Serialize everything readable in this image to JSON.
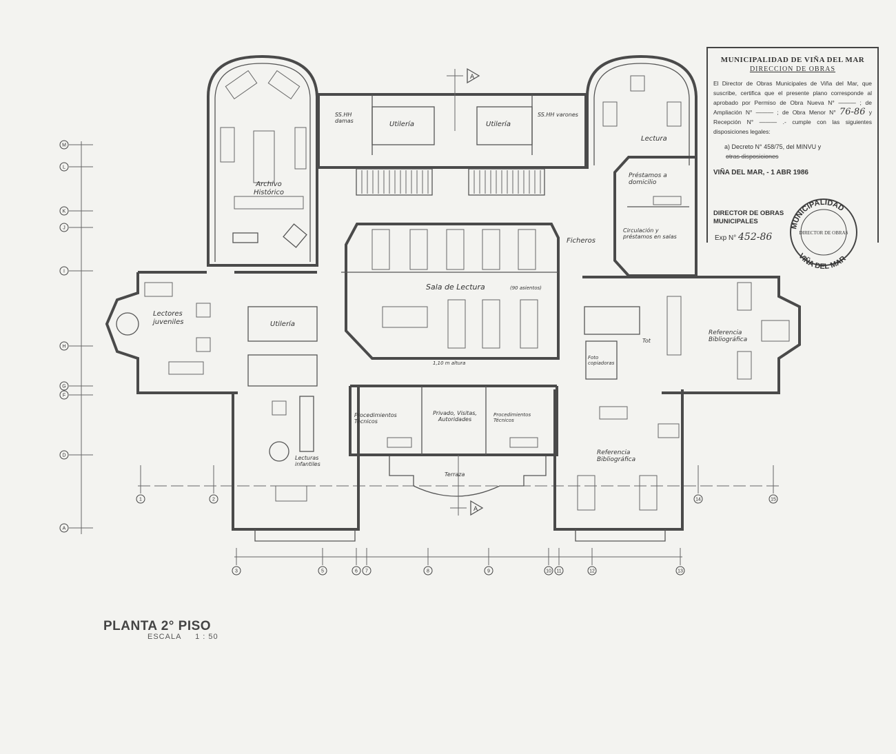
{
  "title": {
    "main": "PLANTA  2° PISO",
    "scale_label": "ESCALA",
    "scale_value": "1 : 50"
  },
  "rooms": {
    "sshh_damas": "SS.HH damas",
    "utileria_1": "Utilería",
    "utileria_2": "Utilería",
    "sshh_varones": "SS.HH varones",
    "lectura": "Lectura",
    "archivo": "Archivo Histórico",
    "prestamos": "Préstamos a domicilio",
    "circulacion": "Circulación y préstamos en salas",
    "ficheros": "Ficheros",
    "sala_lectura": "Sala de Lectura",
    "sala_lectura_note": "(90 asientos)",
    "lectores_juveniles": "Lectores juveniles",
    "utileria_3": "Utilería",
    "altura": "1,10 m altura",
    "tot": "Tot",
    "foto": "Foto copiadoras",
    "referencia_1": "Referencia Bibliográfica",
    "procedimientos_1": "Procedimientos Técnicos",
    "privado": "Privado, Visitas, Autoridades",
    "procedimientos_2": "Procedimientos Técnicos",
    "terraza": "Terraza",
    "lecturas_infantiles": "Lecturas infantiles",
    "referencia_2": "Referencia Bibliográfica"
  },
  "section_marks": [
    "A",
    "A"
  ],
  "axes": {
    "rows": [
      "M",
      "L",
      "K",
      "J",
      "I",
      "H",
      "G",
      "F",
      "D",
      "A"
    ],
    "bottom": [
      "3",
      "5",
      "6",
      "7",
      "8",
      "9",
      "10",
      "11",
      "12",
      "13"
    ],
    "middle": [
      "1",
      "2",
      "14",
      "15"
    ]
  },
  "stamp": {
    "header": "MUNICIPALIDAD DE VIÑA DEL MAR",
    "subheader": "DIRECCION DE OBRAS",
    "body_1": "El Director de Obras Municipales de Viña del Mar, que suscribe, certifica que el presente plano corresponde al aprobado por Permiso de Obra Nueva N° ——— ; de Ampliación N° ——— ; de Obra Menor N°",
    "permit_number": "76-86",
    "body_2": "y Recepción N° ——— .- cumple con las siguientes disposiciones legales:",
    "condition": "a) Decreto N° 458/75, del MINVU y",
    "struck": "otras disposiciones",
    "date": "VIÑA DEL MAR,  - 1 ABR 1986",
    "director": "DIRECTOR DE OBRAS MUNICIPALES",
    "exp_label": "Exp N°",
    "exp_number": "452-86",
    "seal_top": "MUNICIPALIDAD",
    "seal_middle": "DIRECTOR DE OBRAS",
    "seal_bottom": "VIÑA DEL MAR"
  }
}
